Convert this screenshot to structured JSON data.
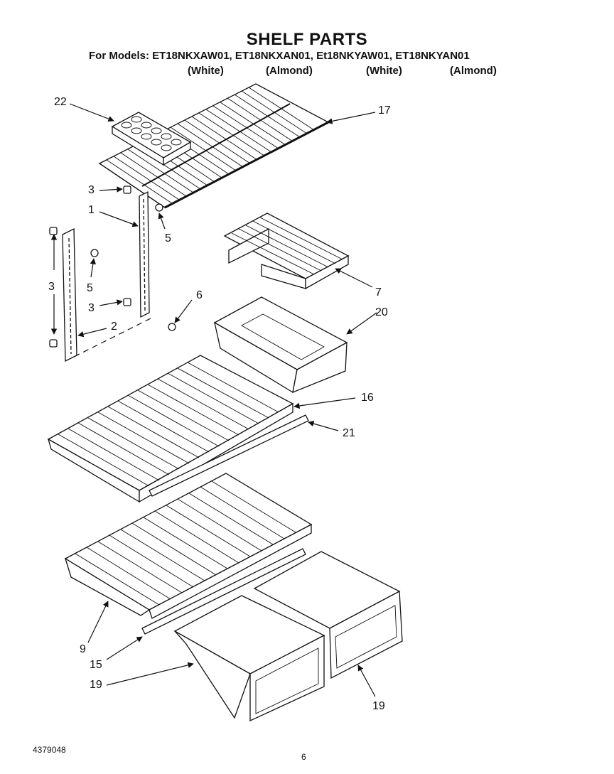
{
  "header": {
    "title": "SHELF PARTS",
    "models_line": "For Models: ET18NKXAW01, ET18NKXAN01, Et18NKYAW01, ET18NKYAN01",
    "finishes": [
      "(White)",
      "(Almond)",
      "(White)",
      "(Almond)"
    ]
  },
  "callouts": {
    "c22": "22",
    "c17": "17",
    "c3a": "3",
    "c1": "1",
    "c5a": "5",
    "c3b": "3",
    "c5b": "5",
    "c3c": "3",
    "c6": "6",
    "c2": "2",
    "c7": "7",
    "c20": "20",
    "c16": "16",
    "c21": "21",
    "c9": "9",
    "c15": "15",
    "c19a": "19",
    "c19b": "19"
  },
  "footer": {
    "doc_number": "4379048",
    "page_number": "6"
  }
}
